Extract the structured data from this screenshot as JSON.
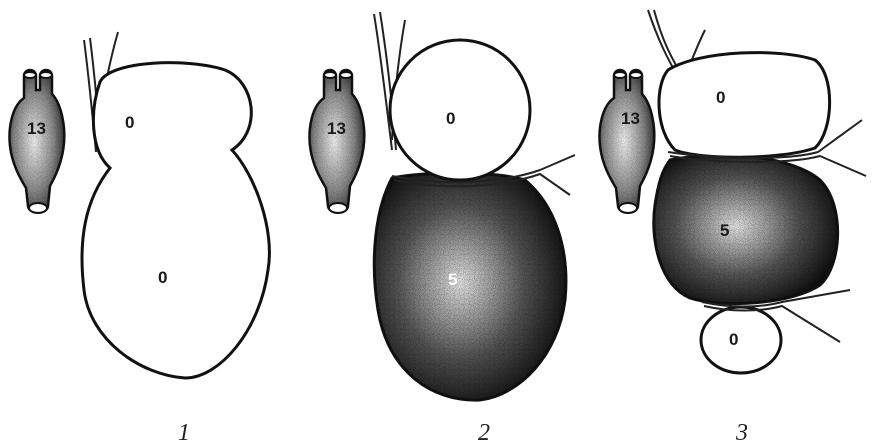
{
  "figures": [
    {
      "number": "1",
      "vessel_label": "13",
      "upper_label": "0",
      "lower_label": "0"
    },
    {
      "number": "2",
      "vessel_label": "13",
      "upper_label": "0",
      "lower_label": "5"
    },
    {
      "number": "3",
      "vessel_label": "13",
      "upper_label": "0",
      "middle_label": "5",
      "lower_label": "0"
    }
  ]
}
